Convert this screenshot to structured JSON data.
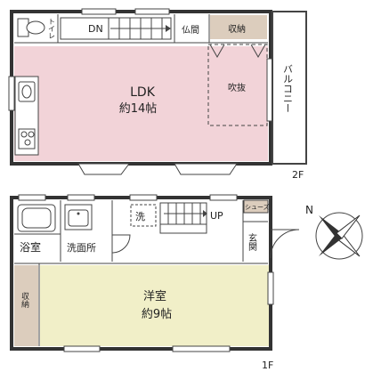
{
  "floor2": {
    "floor_label": "2F",
    "toilet": "トイレ",
    "stairs_down": "DN",
    "butsuma": "仏間",
    "storage": "収納",
    "ldk_name": "LDK",
    "ldk_size": "約14帖",
    "atrium": "吹抜",
    "balcony": "バルコニー"
  },
  "floor1": {
    "floor_label": "1F",
    "washer": "洗",
    "stairs_up": "UP",
    "shoes": "シューズ",
    "entrance": "玄関",
    "bath": "浴室",
    "washroom": "洗面所",
    "storage": "収納",
    "western_name": "洋室",
    "western_size": "約9帖"
  },
  "compass": {
    "north": "N"
  },
  "colors": {
    "ldk_fill": "#f2d3d8",
    "western_fill": "#f1efc8",
    "storage_fill": "#dccdbd",
    "wall": "#333333"
  }
}
